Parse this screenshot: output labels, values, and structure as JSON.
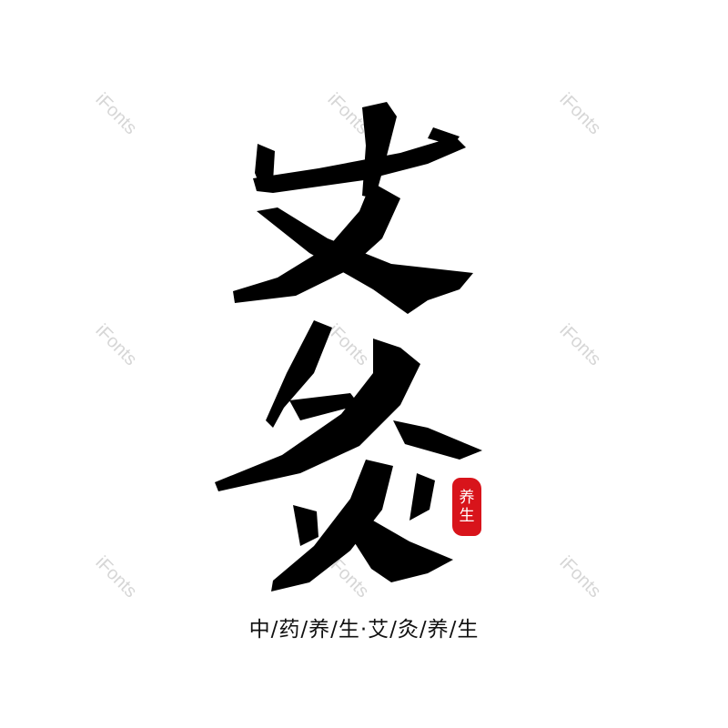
{
  "title": {
    "text": "艾灸",
    "color": "#000000"
  },
  "seal": {
    "chars": [
      "养",
      "生"
    ],
    "color": "#d8141b"
  },
  "subtitle": "中/药/养/生·艾/灸/养/生",
  "watermark": {
    "text": "iFonts",
    "color": "#d6d6d6"
  }
}
